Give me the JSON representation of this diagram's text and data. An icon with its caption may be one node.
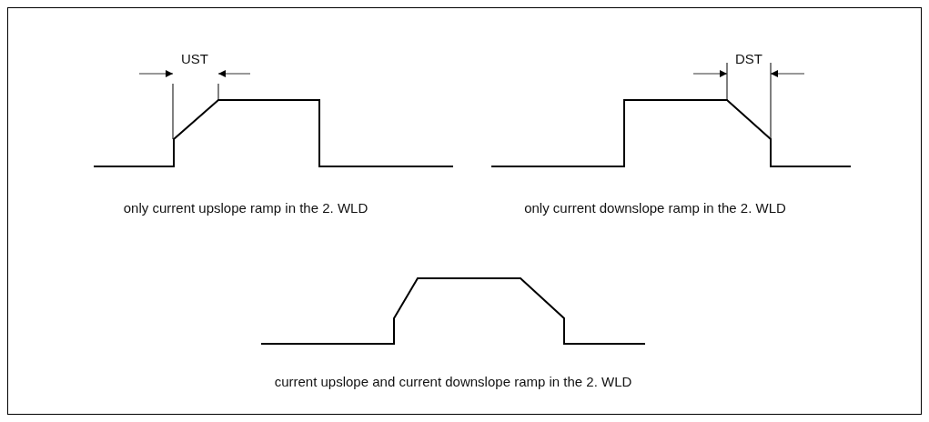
{
  "diagram": {
    "labels": [
      "UST",
      "DST",
      "only current upslope ramp in the 2. WLD",
      "only current downslope ramp in the 2. WLD",
      "current upslope and current downslope ramp in the 2. WLD"
    ]
  }
}
